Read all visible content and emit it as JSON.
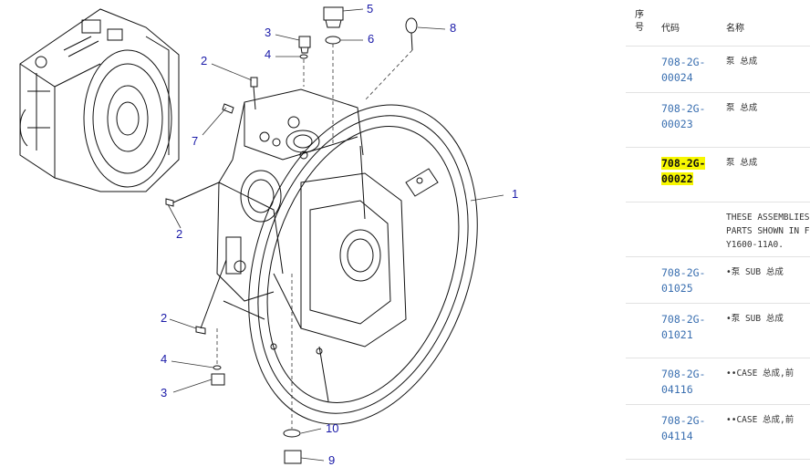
{
  "diagram": {
    "callouts": [
      {
        "id": "c5",
        "label": "5"
      },
      {
        "id": "c3a",
        "label": "3"
      },
      {
        "id": "c6",
        "label": "6"
      },
      {
        "id": "c8",
        "label": "8"
      },
      {
        "id": "c4a",
        "label": "4"
      },
      {
        "id": "c2a",
        "label": "2"
      },
      {
        "id": "c7",
        "label": "7"
      },
      {
        "id": "c1",
        "label": "1"
      },
      {
        "id": "c2b",
        "label": "2"
      },
      {
        "id": "c2c",
        "label": "2"
      },
      {
        "id": "c4b",
        "label": "4"
      },
      {
        "id": "c3b",
        "label": "3"
      },
      {
        "id": "c10",
        "label": "10"
      },
      {
        "id": "c9",
        "label": "9"
      }
    ]
  },
  "parts_table": {
    "headers": {
      "no_line1": "序",
      "no_line2": "号",
      "code": "代码",
      "name": "名称"
    },
    "rows": [
      {
        "code_l1": "708-2G-",
        "code_l2": "00024",
        "name": "泵 总成",
        "highlight": false
      },
      {
        "code_l1": "708-2G-",
        "code_l2": "00023",
        "name": "泵 总成",
        "highlight": false
      },
      {
        "code_l1": "708-2G-",
        "code_l2": "00022",
        "name": "泵 总成",
        "highlight": true
      },
      {
        "note_l1": "THESE ASSEMBLIES",
        "note_l2": "PARTS SHOWN IN FI",
        "note_l3": "Y1600-11A0."
      },
      {
        "code_l1": "708-2G-",
        "code_l2": "01025",
        "name": "•泵 SUB 总成",
        "highlight": false
      },
      {
        "code_l1": "708-2G-",
        "code_l2": "01021",
        "name": "•泵 SUB 总成",
        "highlight": false
      },
      {
        "code_l1": "708-2G-",
        "code_l2": "04116",
        "name": "••CASE 总成,前",
        "highlight": false
      },
      {
        "code_l1": "708-2G-",
        "code_l2": "04114",
        "name": "••CASE 总成,前",
        "highlight": false
      }
    ]
  },
  "colors": {
    "callout": "#1a1aa8",
    "code_link": "#3a6fb0",
    "highlight": "#f7f700"
  }
}
